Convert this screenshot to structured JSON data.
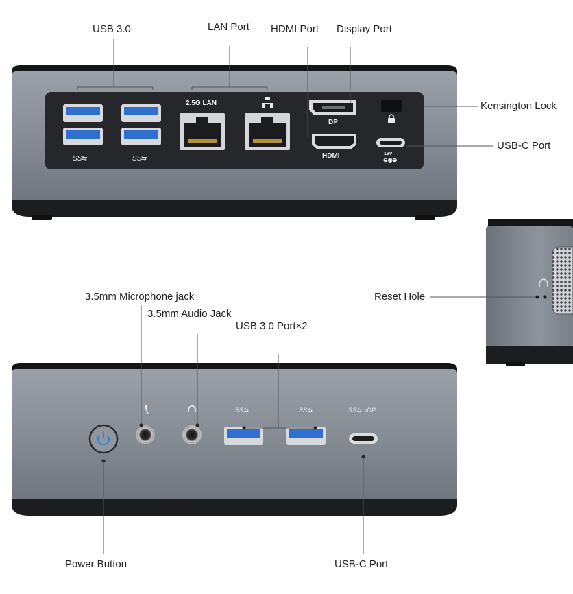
{
  "labels": {
    "usb30": "USB 3.0",
    "lan_port": "LAN Port",
    "hdmi_port": "HDMI Port",
    "display_port": "Display Port",
    "kensington_lock": "Kensington Lock",
    "usbc_port_back": "USB-C Port",
    "reset_hole": "Reset Hole",
    "mic_jack": "3.5mm Microphone jack",
    "audio_jack": "3.5mm Audio Jack",
    "usb30_x2": "USB 3.0 Port×2",
    "power_button": "Power Button",
    "usbc_port_front": "USB-C Port"
  },
  "port_marks": {
    "lan_speed": "2.5G LAN",
    "dp": "DP",
    "hdmi": "HDMI",
    "ss_back_1": "SS",
    "ss_back_2": "SS",
    "dc_in": "19V",
    "ss_front_1": "SS",
    "ss_front_2": "SS",
    "ss_dp": "SS",
    "dp_suffix": "/DP"
  },
  "icons": [
    "lan-network-icon",
    "lock-icon",
    "microphone-icon",
    "headphone-icon",
    "power-icon",
    "usb-trident-icon",
    "dc-polarity-icon"
  ],
  "colors": {
    "chassis": "#838a92",
    "chassis_dark": "#5b6168",
    "panel": "#26282c",
    "lid": "#1a1b1d",
    "usb_blue": "#2f6fd0",
    "power_blue": "#2b86d6",
    "leader": "#555555"
  }
}
